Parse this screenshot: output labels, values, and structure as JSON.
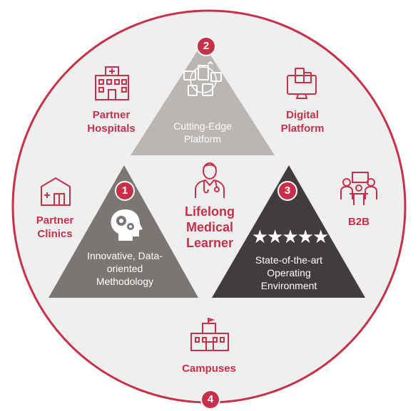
{
  "colors": {
    "accent": "#c8304a",
    "circle_fill": "#f0efef",
    "triangle_top": "#bab6b4",
    "triangle_left": "#7b7674",
    "triangle_right": "#433c3d"
  },
  "center": {
    "label": "Lifelong Medical Learner",
    "icon": "doctor-icon"
  },
  "pillars": [
    {
      "number": "1",
      "label": "Innovative, Data-oriented Methodology",
      "icon": "brain-gears-icon"
    },
    {
      "number": "2",
      "label": "Cutting-Edge Platform",
      "icon": "platform-devices-icon"
    },
    {
      "number": "3",
      "label": "State-of-the-art Operating Environment",
      "icon": "five-stars-icon"
    }
  ],
  "ring": {
    "number": "4",
    "items": [
      {
        "label": "Partner Hospitals",
        "icon": "hospital-icon"
      },
      {
        "label": "Digital Platform",
        "icon": "monitor-devices-icon"
      },
      {
        "label": "Partner Clinics",
        "icon": "clinic-icon"
      },
      {
        "label": "B2B",
        "icon": "meeting-icon"
      },
      {
        "label": "Campuses",
        "icon": "campus-icon"
      }
    ]
  }
}
